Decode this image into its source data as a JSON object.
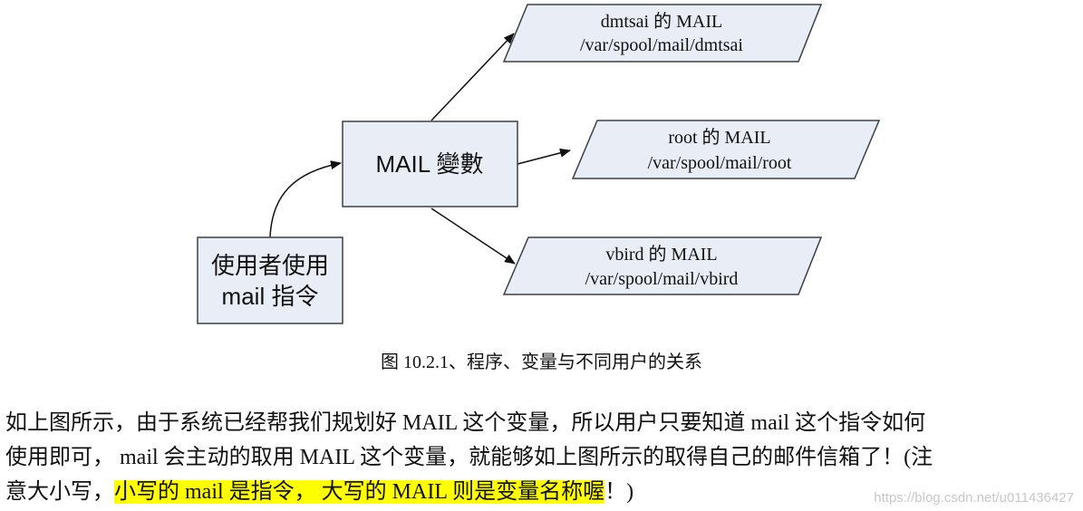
{
  "diagram": {
    "user_box": {
      "line1": "使用者使用",
      "line2": "mail 指令"
    },
    "mail_box": {
      "label": "MAIL 變數"
    },
    "targets": [
      {
        "line1": "dmtsai 的 MAIL",
        "line2": "/var/spool/mail/dmtsai"
      },
      {
        "line1": "root 的 MAIL",
        "line2": "/var/spool/mail/root"
      },
      {
        "line1": "vbird 的 MAIL",
        "line2": "/var/spool/mail/vbird"
      }
    ],
    "colors": {
      "fill": "#e9edf6",
      "stroke": "#3b4048"
    }
  },
  "caption": "图 10.2.1、程序、变量与不同用户的关系",
  "paragraph": {
    "line1": "如上图所示，由于系统已经帮我们规划好 MAIL 这个变量，所以用户只要知道 mail 这个指令如何",
    "line2": "使用即可， mail 会主动的取用 MAIL 这个变量，就能够如上图所示的取得自己的邮件信箱了！(注",
    "line3_pre": "意大小写，",
    "line3_highlight": "小写的 mail 是指令， 大写的 MAIL 则是变量名称喔",
    "line3_post": "！)"
  },
  "watermark": "https://blog.csdn.net/u011436427",
  "highlight_color": "#ffff00"
}
